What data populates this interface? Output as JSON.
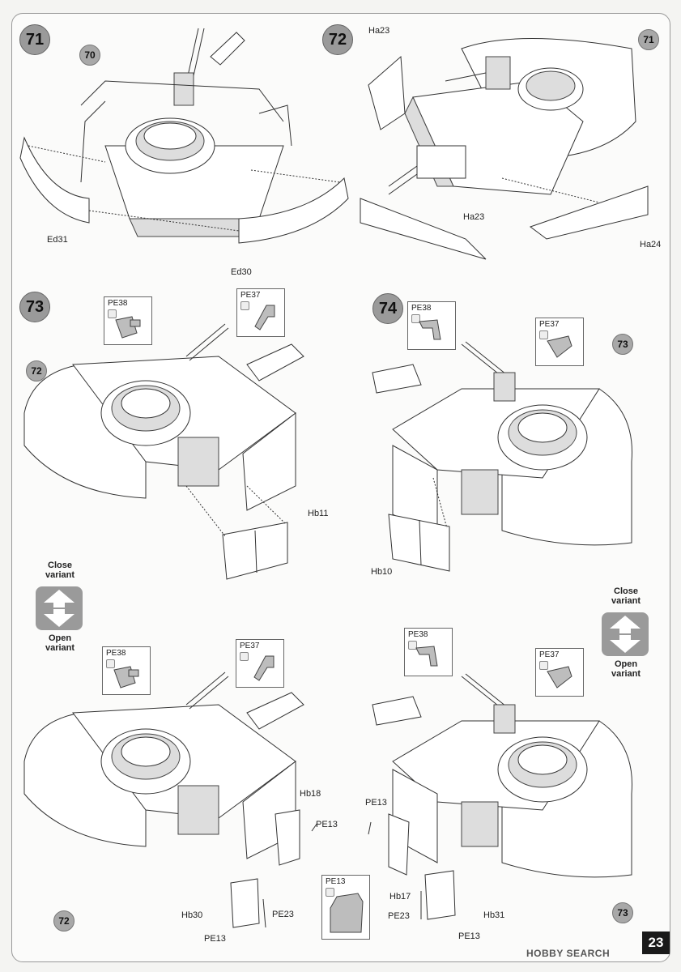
{
  "steps": [
    {
      "number": "71",
      "callouts": [
        "70"
      ],
      "parts": [
        "Ed31",
        "Ed30"
      ]
    },
    {
      "number": "72",
      "callouts": [
        "71"
      ],
      "parts": [
        "Ha23",
        "Ha23",
        "Ha24"
      ]
    },
    {
      "number": "73",
      "callouts": [
        "72"
      ],
      "pe": [
        "PE38",
        "PE37"
      ],
      "parts": [
        "Hb11"
      ]
    },
    {
      "number": "74",
      "callouts": [
        "73"
      ],
      "pe": [
        "PE38",
        "PE37"
      ],
      "parts": [
        "Hb10"
      ]
    }
  ],
  "variant_left": {
    "top": "Close\nvariant",
    "bottom": "Open\nvariant"
  },
  "variant_right": {
    "top": "Close\nvariant",
    "bottom": "Open\nvariant"
  },
  "bottom_left": {
    "pe": [
      "PE38",
      "PE37",
      "PE13",
      "PE23",
      "PE13"
    ],
    "parts": [
      "Hb18",
      "Hb30"
    ],
    "callout": "72"
  },
  "bottom_right": {
    "pe": [
      "PE38",
      "PE37",
      "PE13",
      "PE23",
      "PE13"
    ],
    "parts": [
      "Hb17",
      "Hb31"
    ],
    "callout": "73"
  },
  "center_pe": "PE13",
  "page_number": "23",
  "watermark": "HOBBY SEARCH"
}
